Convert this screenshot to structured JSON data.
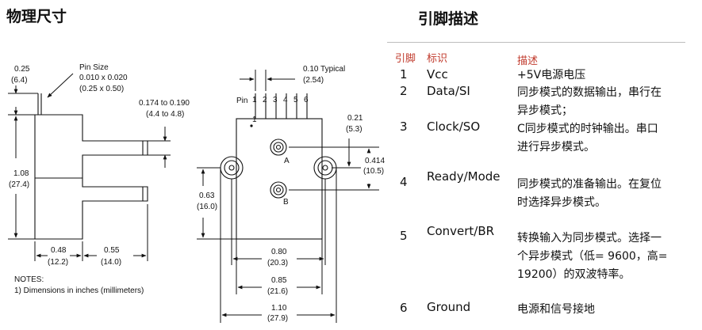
{
  "left_heading": "物理尺寸",
  "right_heading": "引脚描述",
  "drawing": {
    "pin_size_title": "Pin Size",
    "pin_size_in": "0.010 x 0.020",
    "pin_size_mm": "(0.25 x 0.50)",
    "top_offset_in": "0.25",
    "top_offset_mm": "(6.4)",
    "tube_dia_in": "0.174 to 0.190",
    "tube_dia_mm": "(4.4 to 4.8)",
    "height_in": "1.08",
    "height_mm": "(27.4)",
    "base_in": "0.48",
    "base_mm": "(12.2)",
    "tube_len_in": "0.55",
    "tube_len_mm": "(14.0)",
    "notes_title": "NOTES:",
    "notes_line": "1) Dimensions  in inches (millimeters)",
    "pitch_in": "0.10 Typical",
    "pitch_mm": "(2.54)",
    "pin_label": "Pin",
    "pin_numbers": [
      "1",
      "2",
      "3",
      "4",
      "5",
      "6"
    ],
    "pin1_marker": "1",
    "port_a": "A",
    "port_b": "B",
    "ab_offset_in": "0.21",
    "ab_offset_mm": "(5.3)",
    "ab_spacing_in": "0.414",
    "ab_spacing_mm": "(10.5)",
    "hole_height_in": "0.63",
    "hole_height_mm": "(16.0)",
    "hole_spacing_in": "0.80",
    "hole_spacing_mm": "(20.3)",
    "body_width_in": "0.85",
    "body_width_mm": "(21.6)",
    "total_width_in": "1.10",
    "total_width_mm": "(27.9)"
  },
  "pin_table": {
    "headers": [
      "引脚",
      "标识",
      "描述"
    ],
    "rows": [
      {
        "pin": "1",
        "name": "Vcc",
        "desc": "+5V电源电压"
      },
      {
        "pin": "2",
        "name": "Data/SI",
        "desc": "同步模式的数据输出，串行在异步模式；"
      },
      {
        "pin": "3",
        "name": "Clock/SO",
        "desc": "C同步模式的时钟输出。串口进行异步模式。"
      },
      {
        "pin": "4",
        "name": "Ready/Mode",
        "desc": "同步模式的准备输出。在复位时选择异步模式。"
      },
      {
        "pin": "5",
        "name": "Convert/BR",
        "desc": "转换输入为同步模式。选择一个异步模式（低= 9600，高= 19200）的双波特率。"
      },
      {
        "pin": "6",
        "name": "Ground",
        "desc": "电源和信号接地"
      }
    ]
  }
}
